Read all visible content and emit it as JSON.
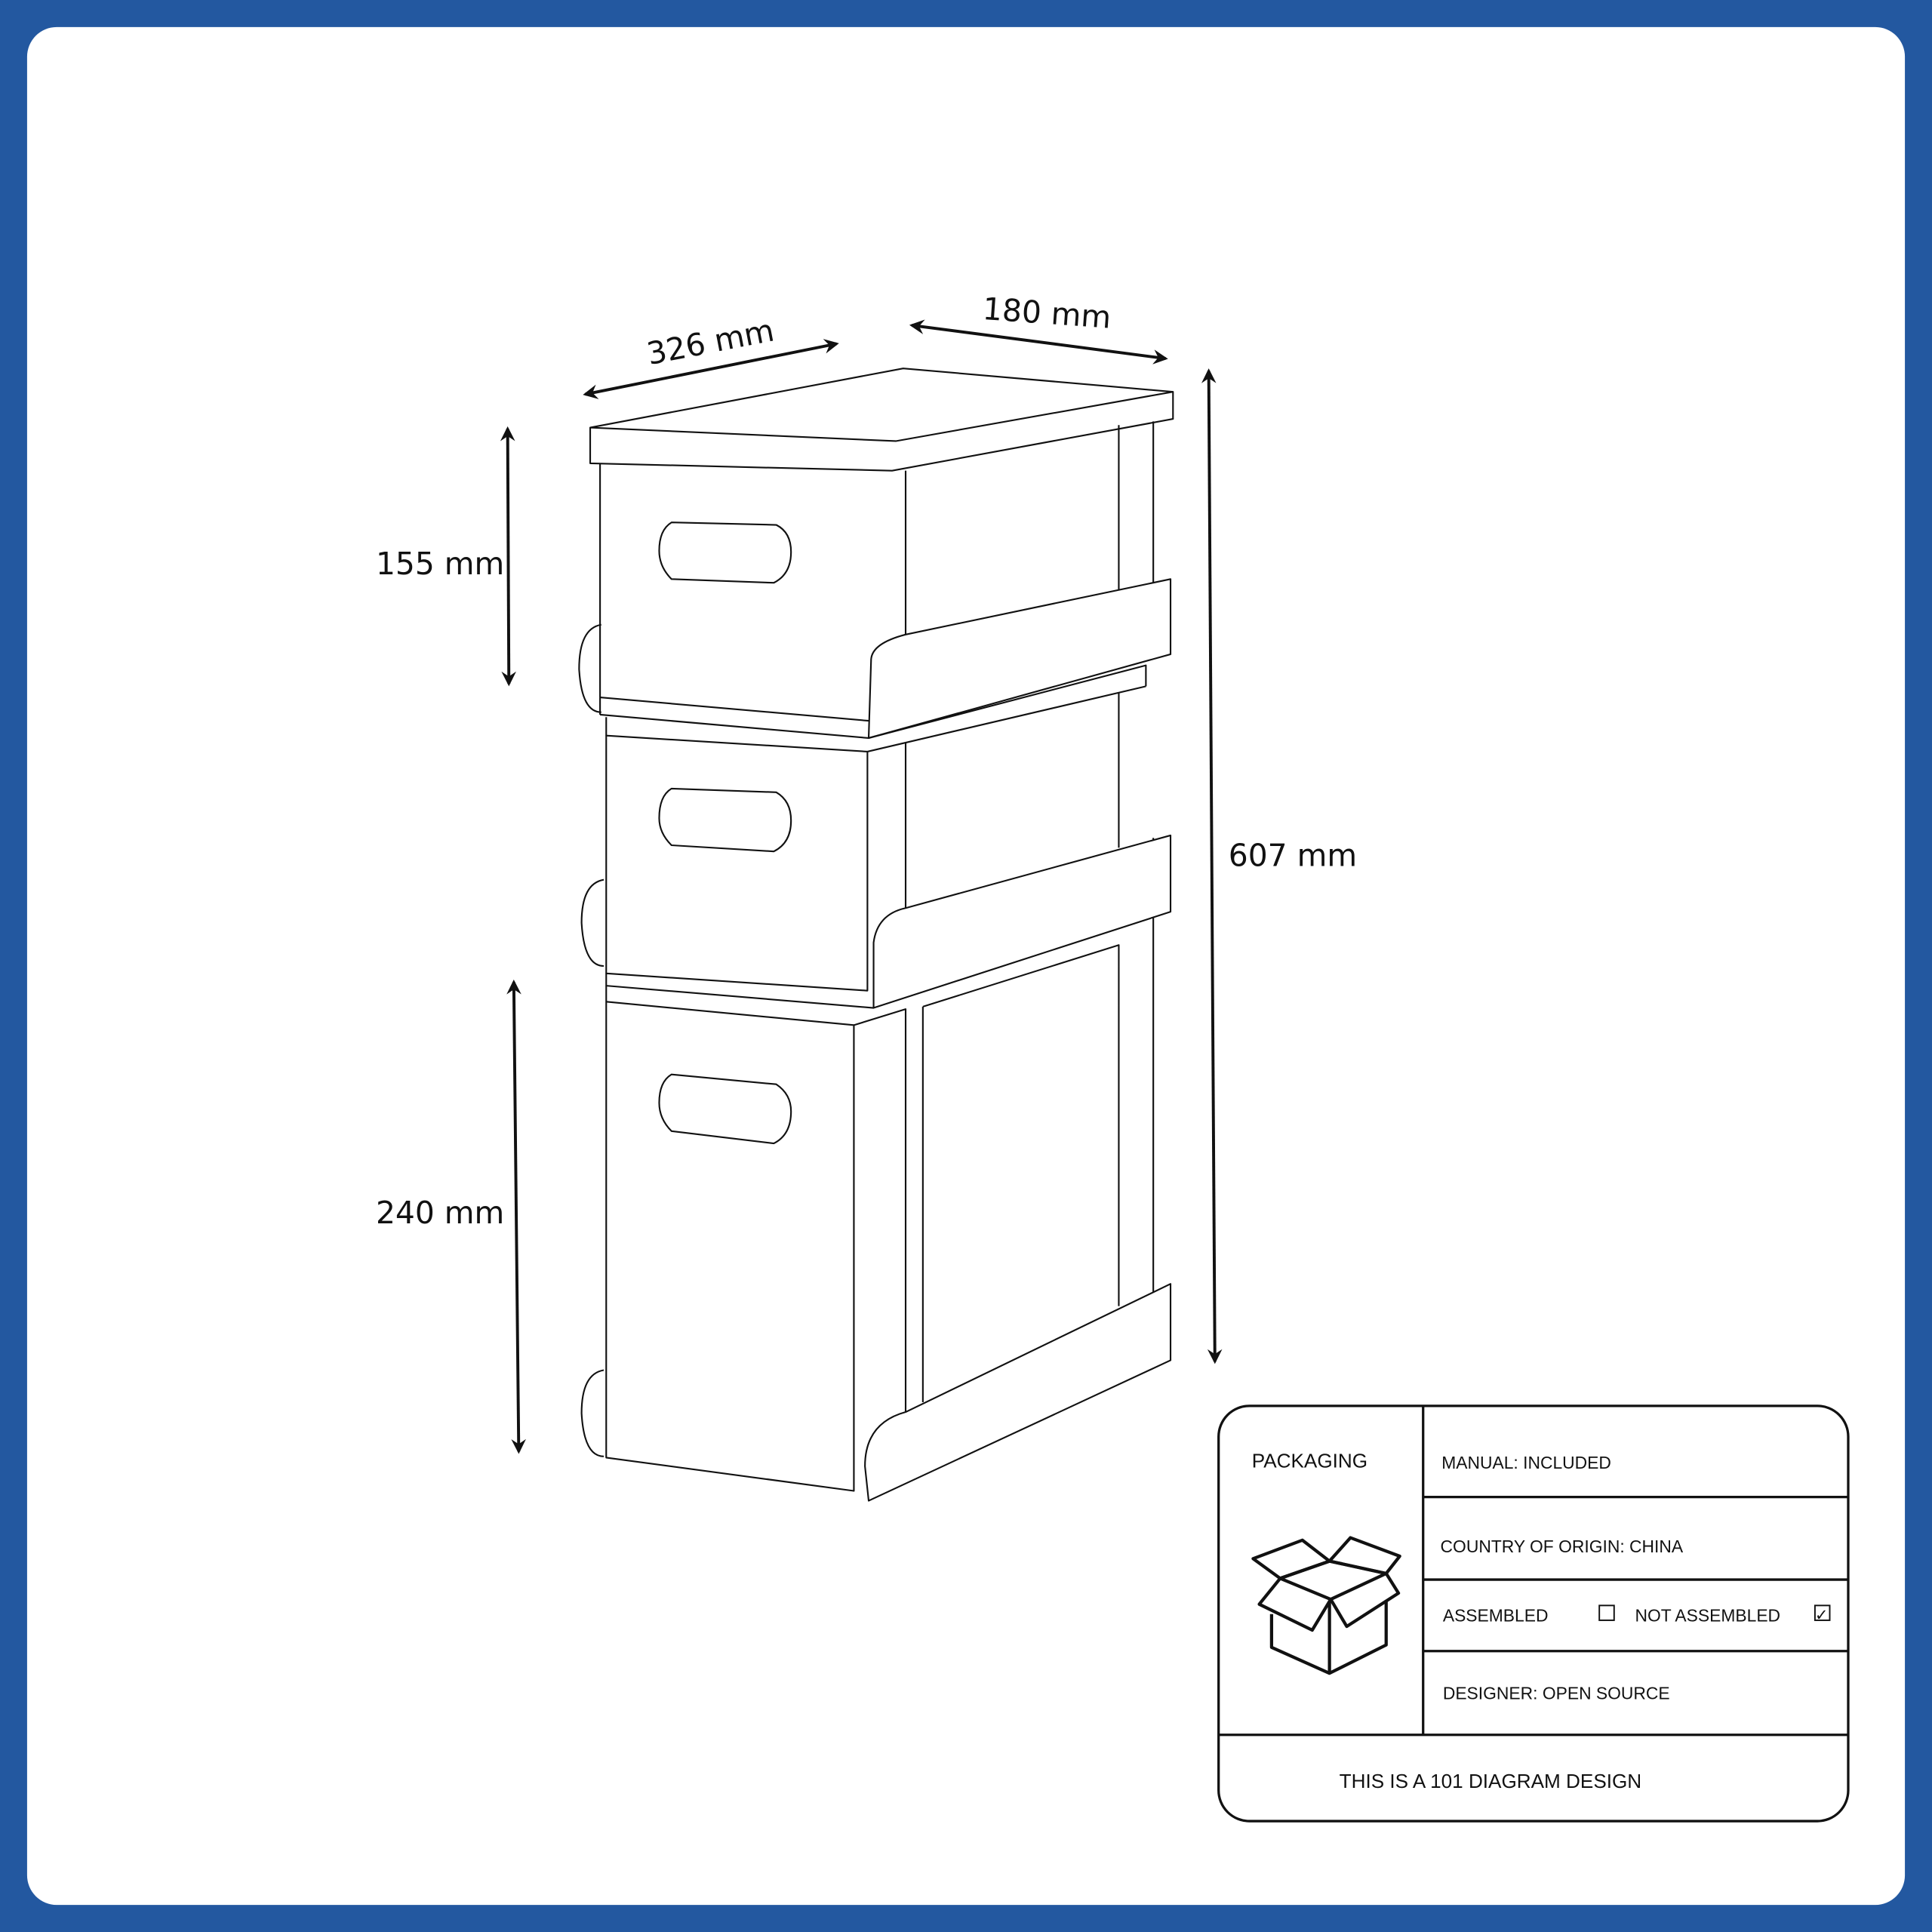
{
  "colors": {
    "frame": "#2358a0",
    "background": "#ffffff",
    "line": "#111111"
  },
  "dimensions": {
    "length": "326 mm",
    "depth": "180 mm",
    "total_height": "607 mm",
    "top_drawer_height": "155 mm",
    "bottom_drawer_height": "240 mm"
  },
  "info_table": {
    "packaging_label": "PACKAGING",
    "packaging_icon": "open-box-icon",
    "manual": "MANUAL: INCLUDED",
    "country": "COUNTRY OF ORIGIN: CHINA",
    "assembled_label": "ASSEMBLED",
    "assembled_checked": false,
    "not_assembled_label": "NOT ASSEMBLED",
    "not_assembled_checked": true,
    "check_mark": "✓",
    "designer": "DESIGNER: OPEN SOURCE",
    "footer": "THIS IS A 101 DIAGRAM DESIGN"
  }
}
